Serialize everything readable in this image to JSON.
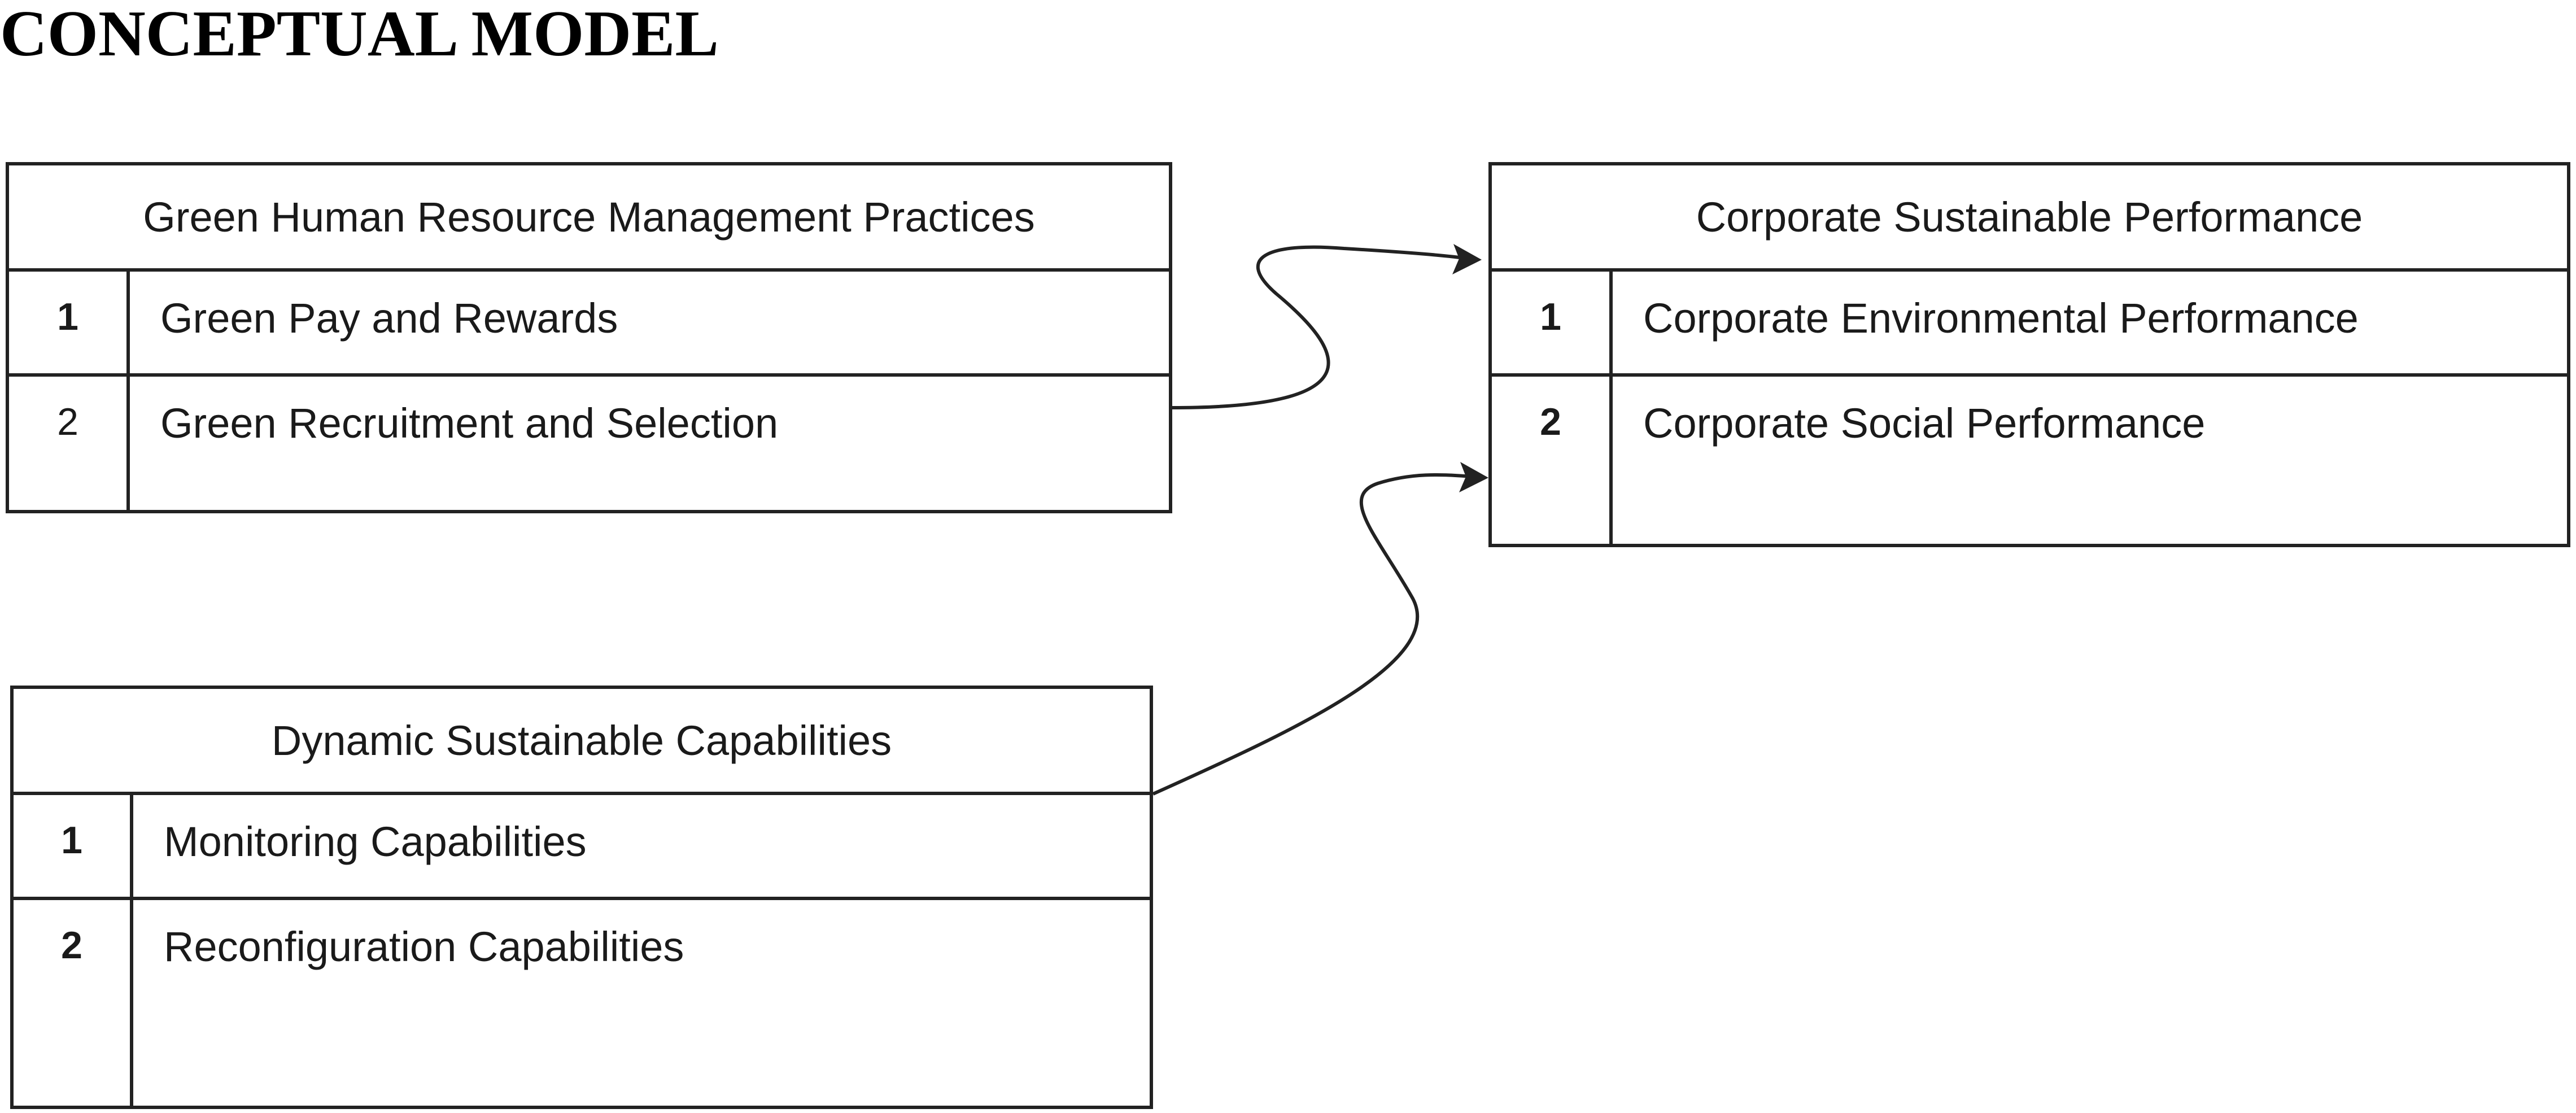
{
  "title": "CONCEPTUAL MODEL",
  "boxes": {
    "ghrm": {
      "header": "Green Human Resource Management Practices",
      "rows": [
        {
          "num": "1",
          "label": "Green Pay and Rewards"
        },
        {
          "num": "2",
          "label": "Green Recruitment and Selection"
        }
      ]
    },
    "csp": {
      "header": "Corporate Sustainable Performance",
      "rows": [
        {
          "num": "1",
          "label": "Corporate Environmental Performance"
        },
        {
          "num": "2",
          "label": "Corporate Social Performance"
        }
      ]
    },
    "dsc": {
      "header": "Dynamic Sustainable Capabilities",
      "rows": [
        {
          "num": "1",
          "label": "Monitoring Capabilities"
        },
        {
          "num": "2",
          "label": "Reconfiguration Capabilities"
        }
      ]
    }
  },
  "colors": {
    "line": "#222222",
    "text": "#1a1a1a"
  }
}
